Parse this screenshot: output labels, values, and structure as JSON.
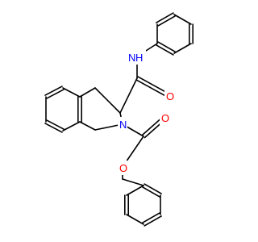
{
  "molecule": {
    "atoms": [
      {
        "symbol": "N",
        "color": "#0000ff"
      },
      {
        "symbol": "H",
        "color": "#0000ff"
      },
      {
        "symbol": "O",
        "color": "#ff0000"
      },
      {
        "symbol": "N",
        "color": "#0000ff"
      },
      {
        "symbol": "O",
        "color": "#ff0000"
      },
      {
        "symbol": "O",
        "color": "#ff0000"
      }
    ],
    "bond_color": "#000000"
  }
}
